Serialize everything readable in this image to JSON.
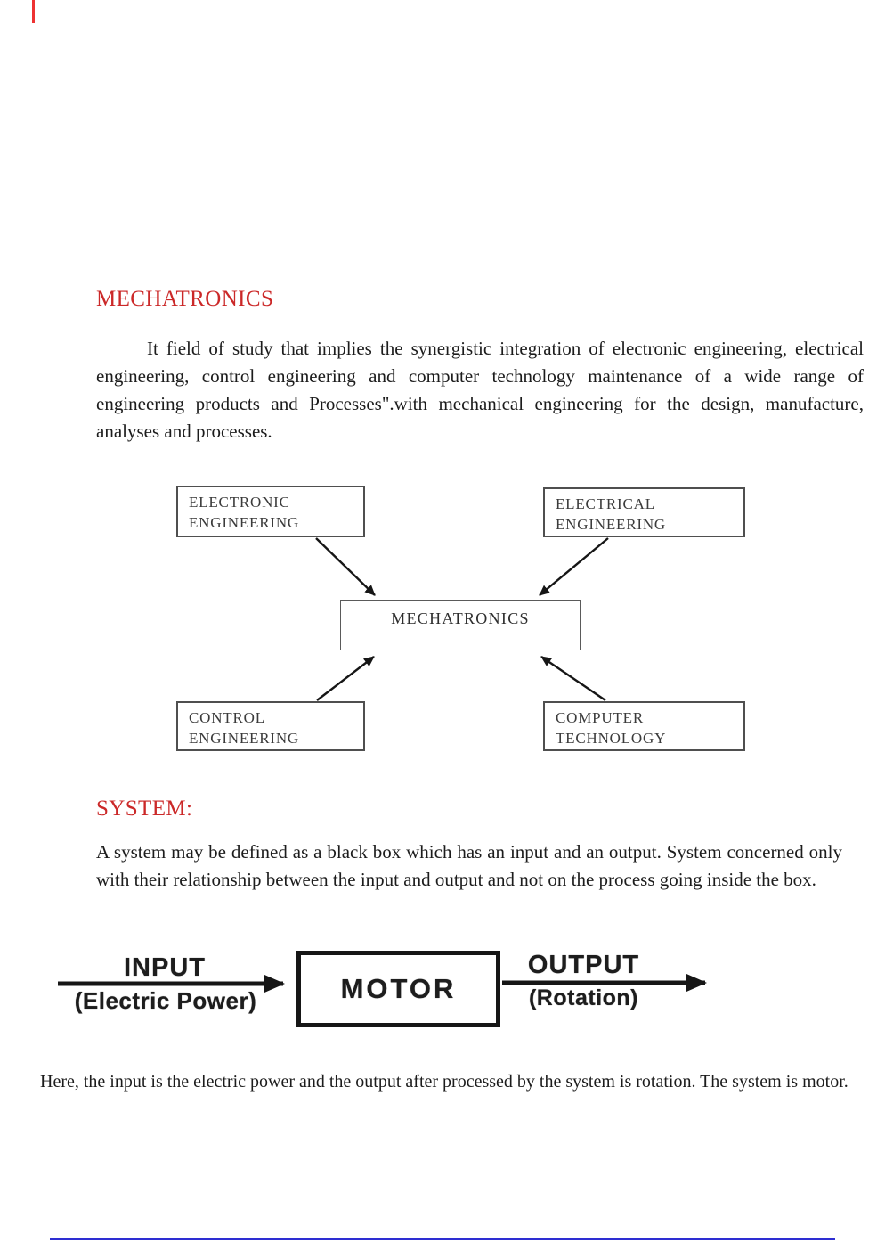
{
  "colors": {
    "heading_red": "#cb2828",
    "edge_tick_red": "#ee3232",
    "bottom_rule_blue": "#2e2ed2",
    "diagram_border_gray": "#4f4f4f",
    "ink_black": "#1c1c1c"
  },
  "doc": {
    "title": "MECHATRONICS",
    "intro": "It field of study that implies the synergistic integration of electronic engineering, electrical engineering, control engineering and computer technology maintenance of a wide range of engineering products and Processes\".with mechanical engineering for the design, manufacture, analyses and processes.",
    "system_heading": "SYSTEM:",
    "system_para": "A system may be defined as a black box which has an input and an output. System concerned only with their relationship between the input and output and not on the process going inside the box.",
    "closing_para": "Here, the input is the electric power and the output after processed by the system is rotation. The system is motor."
  },
  "mechatronics_diagram": {
    "top_left": {
      "line1": "ELECTRONIC",
      "line2": "ENGINEERING"
    },
    "top_right": {
      "line1": "ELECTRICAL",
      "line2": "ENGINEERING"
    },
    "center": "MECHATRONICS",
    "bottom_left": {
      "line1": "CONTROL",
      "line2": "ENGINEERING"
    },
    "bottom_right": {
      "line1": "COMPUTER",
      "line2": "TECHNOLOGY"
    }
  },
  "system_diagram": {
    "input_label": "INPUT",
    "input_sub": "(Electric Power)",
    "box_label": "MOTOR",
    "output_label": "OUTPUT",
    "output_sub": "(Rotation)"
  }
}
